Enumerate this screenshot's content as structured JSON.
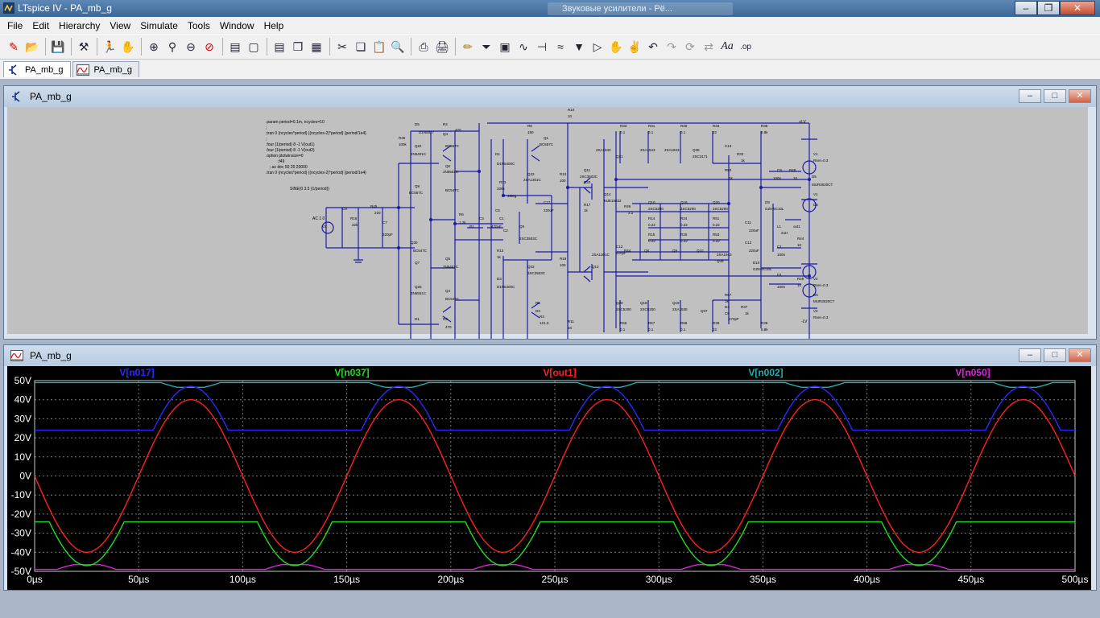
{
  "window": {
    "title": "LTspice IV - PA_mb_g",
    "ghost_task": "Звуковые усилители - Рё..."
  },
  "menu": [
    "File",
    "Edit",
    "Hierarchy",
    "View",
    "Simulate",
    "Tools",
    "Window",
    "Help"
  ],
  "doc_tabs": [
    {
      "label": "PA_mb_g",
      "kind": "schematic",
      "active": true
    },
    {
      "label": "PA_mb_g",
      "kind": "waveform",
      "active": false
    }
  ],
  "schematic_window": {
    "title": "PA_mb_g",
    "directives": [
      ".param period=0.1m, ncycles=10",
      ";",
      ";tran 0 {ncycles*period} {(ncycles-2)*period} {period/1e4}",
      ";",
      ".four {1/period} 8 -1 V(out1)",
      ".four {1/period} 8 -1 V(out2)",
      ".option plotwinsize=0",
      ";f49",
      ";.ac dec 50 20 20000",
      ".tran 0 {ncycles*period} {(ncycles-2)*period} {period/1e4}"
    ],
    "source_label": "SINE(0 3.5 {1/period})",
    "ac_label": "AC 1 0",
    "rail_pos": "+LV",
    "rail_neg": "-LV"
  },
  "waveform_window": {
    "title": "PA_mb_g"
  },
  "chart_data": {
    "type": "line",
    "xlabel": "",
    "ylabel": "",
    "xlim": [
      0,
      500
    ],
    "ylim": [
      -50,
      50
    ],
    "x_unit": "µs",
    "y_unit": "V",
    "x_ticks": [
      "0µs",
      "50µs",
      "100µs",
      "150µs",
      "200µs",
      "250µs",
      "300µs",
      "350µs",
      "400µs",
      "450µs",
      "500µs"
    ],
    "y_ticks": [
      "50V",
      "40V",
      "30V",
      "20V",
      "10V",
      "0V",
      "-10V",
      "-20V",
      "-30V",
      "-40V",
      "-50V"
    ],
    "grid": true,
    "period_us": 100,
    "series": [
      {
        "name": "V[n017]",
        "color": "#2a2aff",
        "description_values": {
          "baseline": 24,
          "peak": 47
        }
      },
      {
        "name": "V[n037]",
        "color": "#22dd22",
        "description_values": {
          "baseline": -24,
          "trough": -47
        }
      },
      {
        "name": "V[out1]",
        "color": "#ff2020",
        "description_values": {
          "amplitude": 40,
          "start": 0
        }
      },
      {
        "name": "V[n002]",
        "color": "#20b0b0",
        "description_values": {
          "baseline": 49,
          "dip": 46.5
        }
      },
      {
        "name": "V[n050]",
        "color": "#dd22dd",
        "description_values": {
          "baseline": -49,
          "bump": -46.5
        }
      }
    ]
  }
}
